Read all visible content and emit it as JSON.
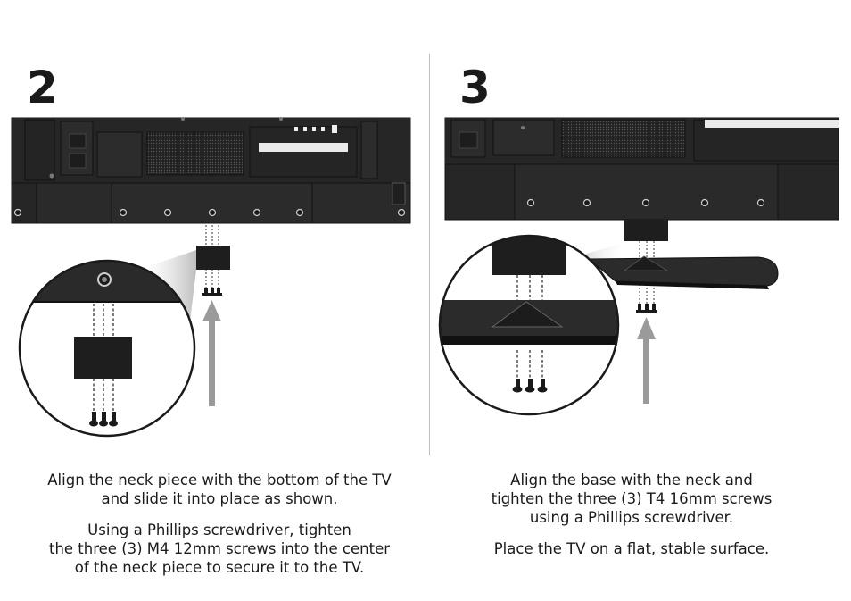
{
  "steps": [
    {
      "number": "2",
      "paragraphs": [
        "Align the neck piece with the bottom of the TV\nand slide it into place as shown.",
        "Using a Phillips screwdriver, tighten\nthe three (3) M4 12mm screws into the center\nof the neck piece to secure it to the TV."
      ]
    },
    {
      "number": "3",
      "paragraphs": [
        "Align the base with the neck and\ntighten the three (3) T4 16mm screws\nusing a Phillips screwdriver.",
        "Place the TV on a flat, stable surface."
      ]
    }
  ],
  "colors": {
    "tv_body": "#2a2a2a",
    "tv_panel": "#1e1e1e",
    "arrow": "#9a9a9a",
    "text": "#1a1a1a"
  }
}
